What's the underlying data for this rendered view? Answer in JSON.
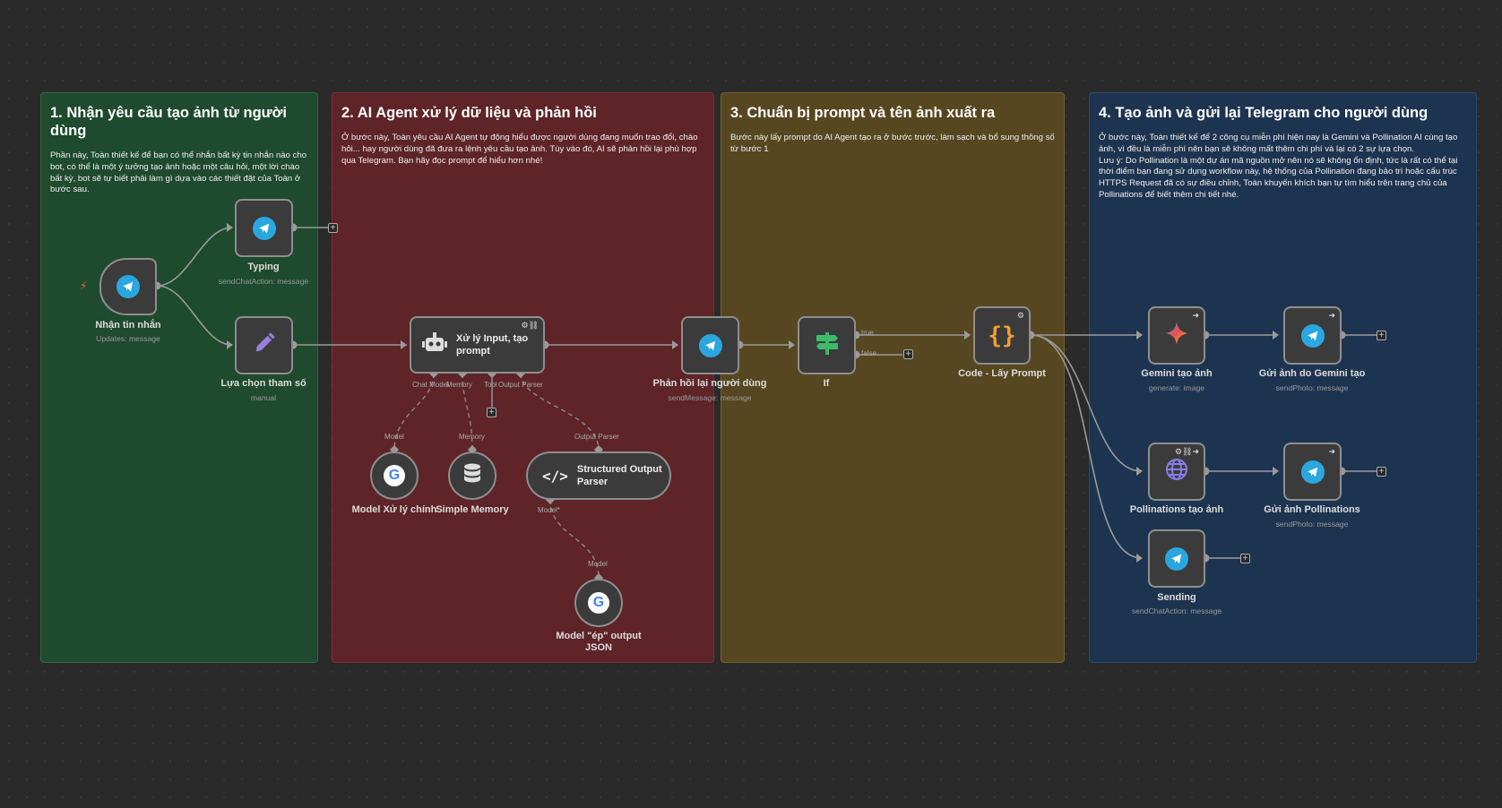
{
  "sections": [
    {
      "title": "1. Nhận yêu cầu tạo ảnh từ người dùng",
      "desc": "Phần này, Toàn thiết kế để bạn có thể nhắn bất kỳ tin nhắn nào cho bot, có thể là một ý tưởng tạo ảnh hoặc một câu hỏi, một lời chào bất kỳ, bot sẽ tự biết phải làm gì dựa vào các thiết đặt của Toàn ở bước sau."
    },
    {
      "title": "2. AI Agent xử lý dữ liệu và phản hồi",
      "desc": "Ở bước này, Toàn yêu cầu AI Agent tự động hiểu được người dùng đang muốn trao đổi, chào hỏi... hay người dùng đã đưa ra lệnh yêu cầu tạo ảnh. Tùy vào đó, AI sẽ phản hồi lại phù hợp qua Telegram. Bạn hãy đọc prompt để hiểu hơn nhé!"
    },
    {
      "title": "3. Chuẩn bị prompt và tên ảnh xuất ra",
      "desc": "Bước này lấy prompt do AI Agent tạo ra ở bước trước, làm sạch và bổ sung thông số từ bước 1"
    },
    {
      "title": "4. Tạo ảnh và gửi lại Telegram cho người dùng",
      "desc": "Ở bước này, Toàn thiết kế để 2 công cụ miễn phí hiện nay là Gemini và Pollination AI cùng tạo ảnh, vì đều là miễn phí nên bạn sẽ không mất thêm chi phí và lại có 2 sự lựa chọn.\nLưu ý: Do Pollination là một dự án mã nguồn mở nên nó sẽ không ổn định, tức là rất có thể tại thời điểm bạn đang sử dụng workflow này, hệ thống của Pollination đang bảo trì hoặc cấu trúc HTTPS Request đã có sự điều chỉnh, Toàn khuyến khích bạn tự tìm hiểu trên trang chủ của Pollinations để biết thêm chi tiết nhé."
    }
  ],
  "nodes": {
    "trigger": {
      "label": "Nhận tin nhắn",
      "sub": "Updates: message"
    },
    "typing": {
      "label": "Typing",
      "sub": "sendChatAction: message"
    },
    "params": {
      "label": "Lựa chọn tham số",
      "sub": "manual"
    },
    "agent": {
      "label": "Xử lý Input, tạo prompt",
      "ports": [
        "Chat Model",
        "Memory",
        "Tool",
        "Output Parser"
      ]
    },
    "model_main": {
      "label": "Model Xử lý chính",
      "port": "Model"
    },
    "memory": {
      "label": "Simple Memory",
      "port": "Memory"
    },
    "parser": {
      "label": "Structured Output Parser",
      "port": "Output Parser",
      "out_port": "Model*"
    },
    "model_json": {
      "label": "Model \"ép\" output JSON",
      "port": "Model"
    },
    "reply": {
      "label": "Phản hồi lại người dùng",
      "sub": "sendMessage: message"
    },
    "if": {
      "label": "If",
      "true": "true",
      "false": "false"
    },
    "code": {
      "label": "Code - Lấy Prompt"
    },
    "gemini": {
      "label": "Gemini tạo ảnh",
      "sub": "generate: image"
    },
    "send_gemini": {
      "label": "Gửi ảnh do Gemini tạo",
      "sub": "sendPhoto: message"
    },
    "pollinations": {
      "label": "Pollinations tạo ảnh"
    },
    "send_poll": {
      "label": "Gửi ảnh Pollinations",
      "sub": "sendPhoto: message"
    },
    "sending": {
      "label": "Sending",
      "sub": "sendChatAction: message"
    }
  },
  "colors": {
    "telegram": "#2aa7e0",
    "green_section": "#1e4a2e",
    "red_section": "#5e2428",
    "yellow_section": "#574721",
    "blue_section": "#1d3450",
    "edit_icon": "#9b7de0",
    "if_icon": "#3dbb6b",
    "code_icon": "#f0a030"
  }
}
